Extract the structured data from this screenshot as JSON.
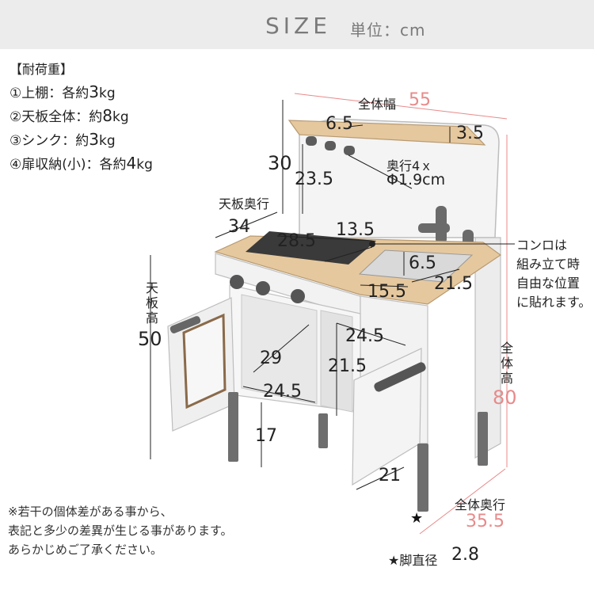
{
  "header": {
    "title": "SIZE",
    "unit": "単位：cm"
  },
  "load_capacity": {
    "heading": "【耐荷重】",
    "items": [
      {
        "label": "①上棚：各約",
        "value": "3",
        "unit": "kg"
      },
      {
        "label": "②天板全体：約",
        "value": "8",
        "unit": "kg"
      },
      {
        "label": "③シンク：約",
        "value": "3",
        "unit": "kg"
      },
      {
        "label": "④扉収納(小)：各約",
        "value": "4",
        "unit": "kg"
      }
    ]
  },
  "dimensions": {
    "total_width_label": "全体幅",
    "total_width": "55",
    "shelf_depth": "6.5",
    "shelf_thickness": "3.5",
    "hook_label_1": "奥行4ｘ",
    "hook_label_2": "Φ1.9cm",
    "back_height": "30",
    "back_inner_height": "23.5",
    "top_depth_label": "天板奥行",
    "top_depth": "34",
    "stove_width": "28.5",
    "stove_depth": "13.5",
    "sink_depth": "6.5",
    "sink_width": "21.5",
    "sink_length": "15.5",
    "top_height_label": "天板高",
    "top_height": "50",
    "cabinet_depth": "29",
    "cabinet_width": "24.5",
    "small_door_width": "24.5",
    "cabinet_height": "21.5",
    "leg_height": "17",
    "door_width": "21",
    "total_height_label": "全体高",
    "total_height": "80",
    "total_depth_label": "全体奥行",
    "total_depth": "35.5",
    "leg_diameter_label": "★脚直径",
    "leg_diameter": "2.8"
  },
  "stove_note": [
    "コンロは",
    "組み立て時",
    "自由な位置",
    "に貼れます。"
  ],
  "disclaimer": [
    "※若干の個体差がある事から、",
    "表記と多少の差異が生じる事があります。",
    "あらかじめご了承ください。"
  ],
  "colors": {
    "accent": "#e88a8a",
    "wood": "#e6c89e",
    "body": "#f2f2f2",
    "knob": "#5c5c5c",
    "leg": "#6e6e6e"
  }
}
